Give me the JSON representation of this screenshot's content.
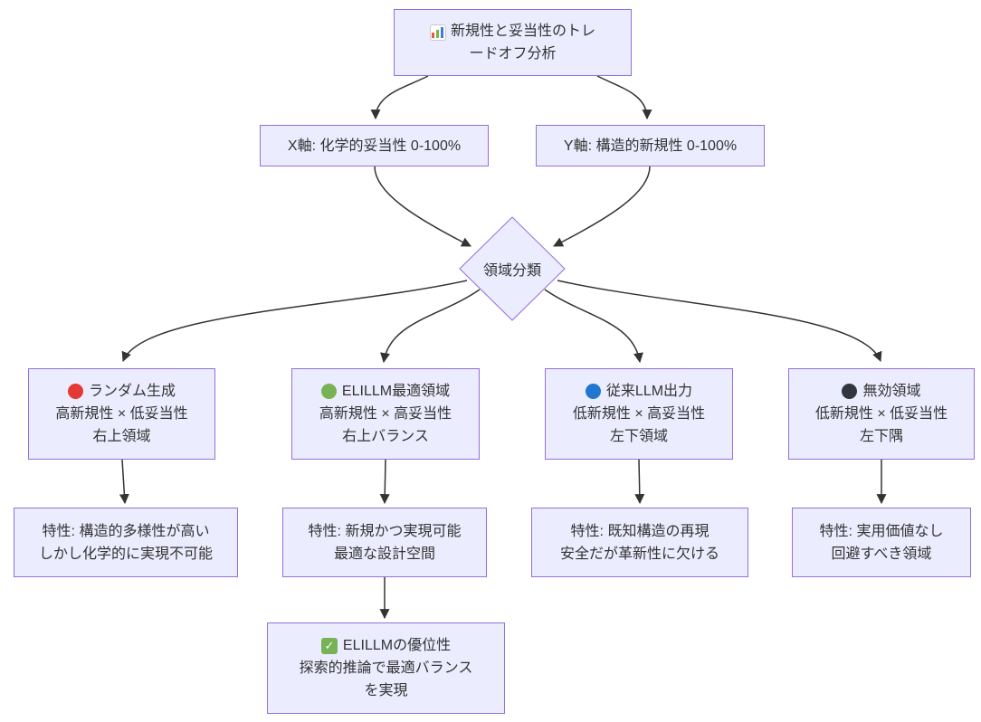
{
  "colors": {
    "node_fill": "#ECECFF",
    "node_border": "#9370DB",
    "edge": "#333333",
    "text": "#333333",
    "dot_red": "#e53935",
    "dot_green": "#77b255",
    "dot_blue": "#2176d2",
    "dot_black": "#31373d",
    "check_green": "#77b255"
  },
  "icons": {
    "check_glyph": "✓"
  },
  "nodes": {
    "title": {
      "icon": "bar-chart-icon",
      "text": "新規性と妥当性のトレードオフ分析"
    },
    "x_axis": {
      "text": "X軸: 化学的妥当性 0-100%"
    },
    "y_axis": {
      "text": "Y軸: 構造的新規性 0-100%"
    },
    "decision": {
      "text": "領域分類"
    },
    "random": {
      "icon": "red-circle-icon",
      "line1": "ランダム生成",
      "line2": "高新規性 × 低妥当性",
      "line3": "右上領域"
    },
    "optimal": {
      "icon": "green-circle-icon",
      "line1": "ELILLM最適領域",
      "line2": "高新規性 × 高妥当性",
      "line3": "右上バランス"
    },
    "conventional": {
      "icon": "blue-circle-icon",
      "line1": "従来LLM出力",
      "line2": "低新規性 × 高妥当性",
      "line3": "左下領域"
    },
    "invalid": {
      "icon": "black-circle-icon",
      "line1": "無効領域",
      "line2": "低新規性 × 低妥当性",
      "line3": "左下隅"
    },
    "random_trait": {
      "line1": "特性: 構造的多様性が高い",
      "line2": "しかし化学的に実現不可能"
    },
    "optimal_trait": {
      "line1": "特性: 新規かつ実現可能",
      "line2": "最適な設計空間"
    },
    "conventional_trait": {
      "line1": "特性: 既知構造の再現",
      "line2": "安全だが革新性に欠ける"
    },
    "invalid_trait": {
      "line1": "特性: 実用価値なし",
      "line2": "回避すべき領域"
    },
    "advantage": {
      "icon": "check-icon",
      "line1": "ELILLMの優位性",
      "line2": "探索的推論で最適バランス",
      "line3": "を実現"
    }
  }
}
